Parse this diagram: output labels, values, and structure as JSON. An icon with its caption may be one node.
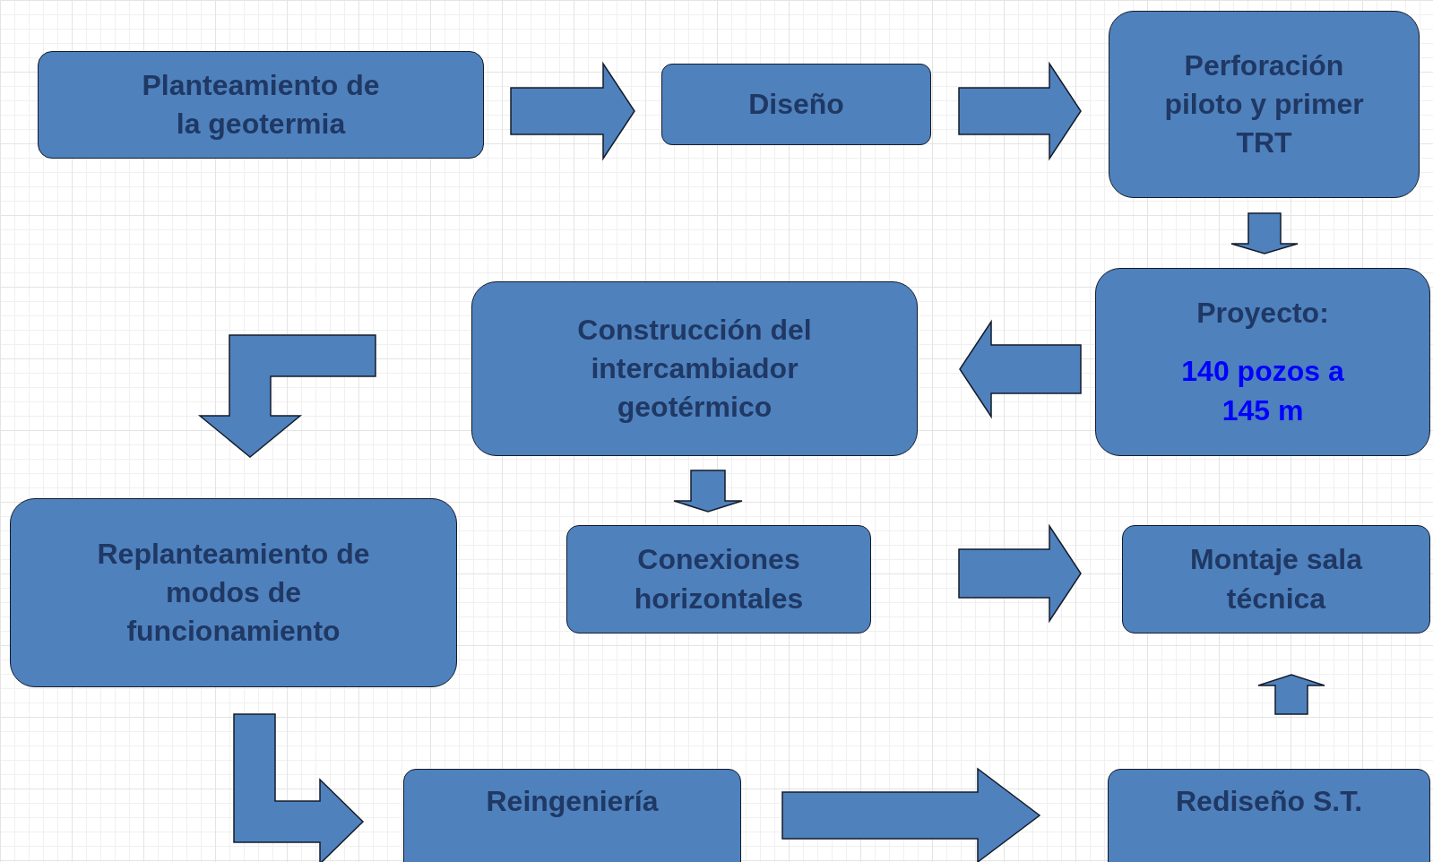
{
  "diagram": {
    "nodes": [
      {
        "text": [
          "Planteamiento de la geotermia"
        ]
      },
      {
        "text": [
          "Diseño"
        ]
      },
      {
        "text": [
          "Perforación piloto y primer TRT"
        ]
      },
      {
        "text": [
          "Proyecto:",
          "140 pozos a 145 m"
        ]
      },
      {
        "text": [
          "Construcción del intercambiador geotérmico"
        ]
      },
      {
        "text": [
          "Replanteamiento de modos de funcionamiento"
        ]
      },
      {
        "text": [
          "Conexiones horizontales"
        ]
      },
      {
        "text": [
          "Montaje sala técnica"
        ]
      },
      {
        "text": [
          "Reingeniería"
        ]
      },
      {
        "text": [
          "Rediseño S.T."
        ]
      }
    ],
    "edges": [
      {
        "from": 0,
        "to": 1,
        "arrow": "to"
      },
      {
        "from": 1,
        "to": 2,
        "arrow": "to"
      },
      {
        "from": 2,
        "to": 3,
        "arrow": "to"
      },
      {
        "from": 3,
        "to": 4,
        "arrow": "to"
      },
      {
        "from": 4,
        "to": 5,
        "arrow": "to"
      },
      {
        "from": 4,
        "to": 6,
        "arrow": "to"
      },
      {
        "from": 6,
        "to": 7,
        "arrow": "to"
      },
      {
        "from": 5,
        "to": 8,
        "arrow": "to"
      },
      {
        "from": 8,
        "to": 9,
        "arrow": "to"
      },
      {
        "from": 9,
        "to": 7,
        "arrow": "to"
      }
    ]
  }
}
